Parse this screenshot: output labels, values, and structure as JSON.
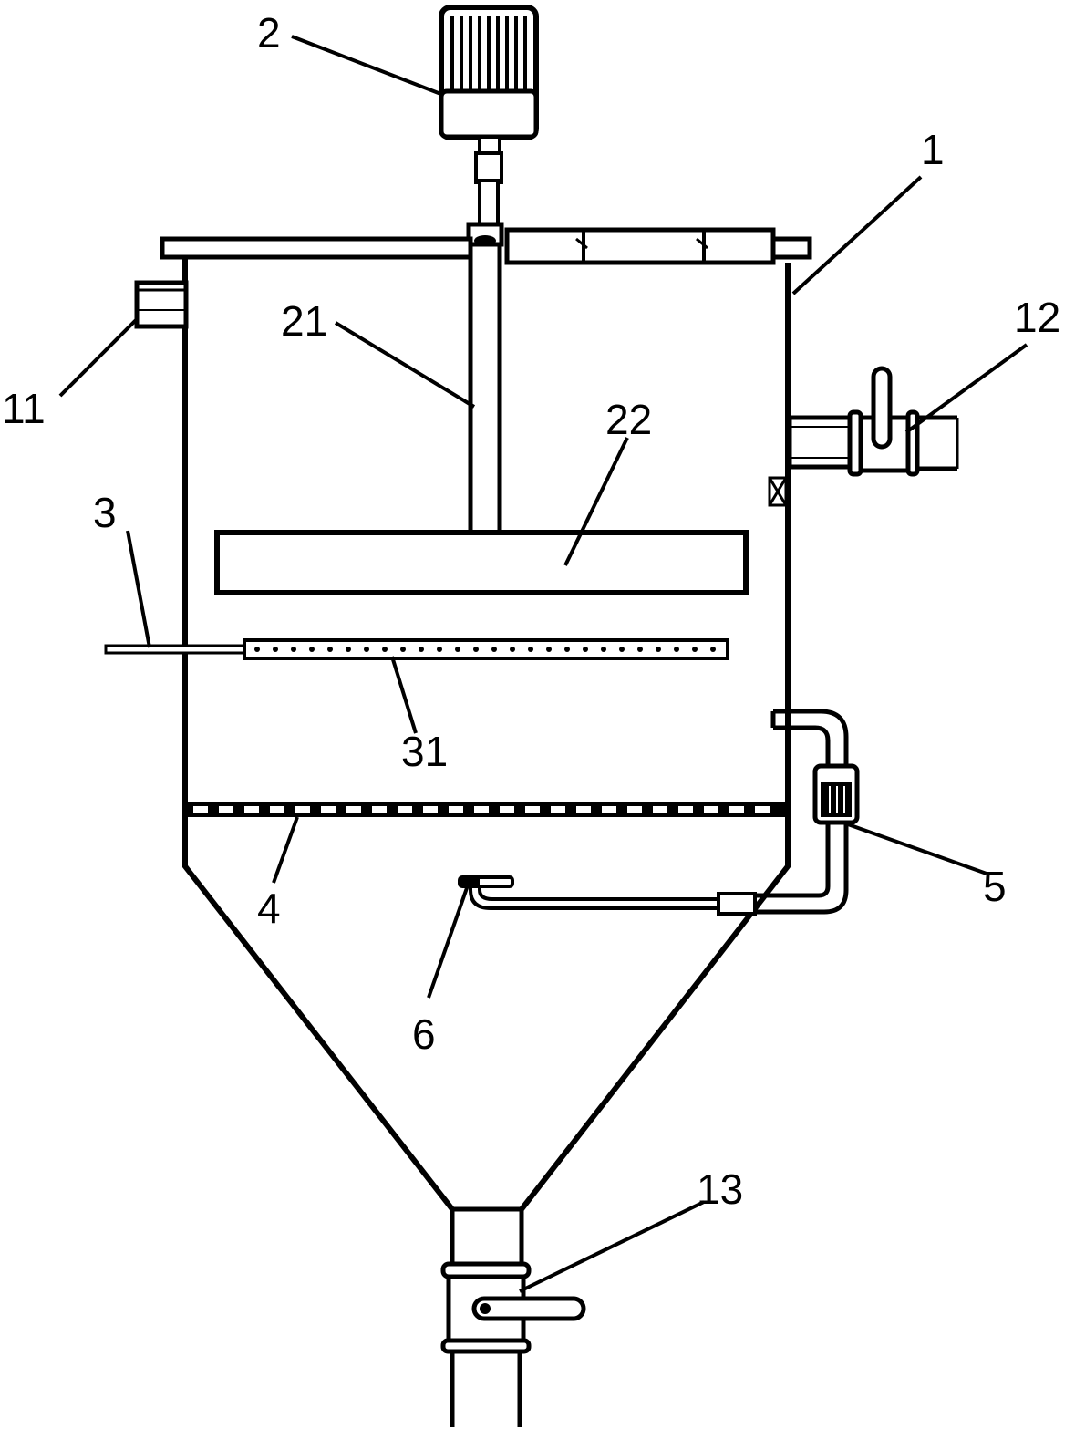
{
  "labels": {
    "tank": "1",
    "motor": "2",
    "shaft": "21",
    "agitator_plate": "22",
    "inlet_pipe": "3",
    "spray_bar": "31",
    "perforated_plate": "4",
    "pump": "5",
    "return_nozzle": "6",
    "top_inlet": "11",
    "side_outlet_valve": "12",
    "bottom_valve": "13"
  },
  "colors": {
    "line": "#000000",
    "background": "#ffffff"
  }
}
